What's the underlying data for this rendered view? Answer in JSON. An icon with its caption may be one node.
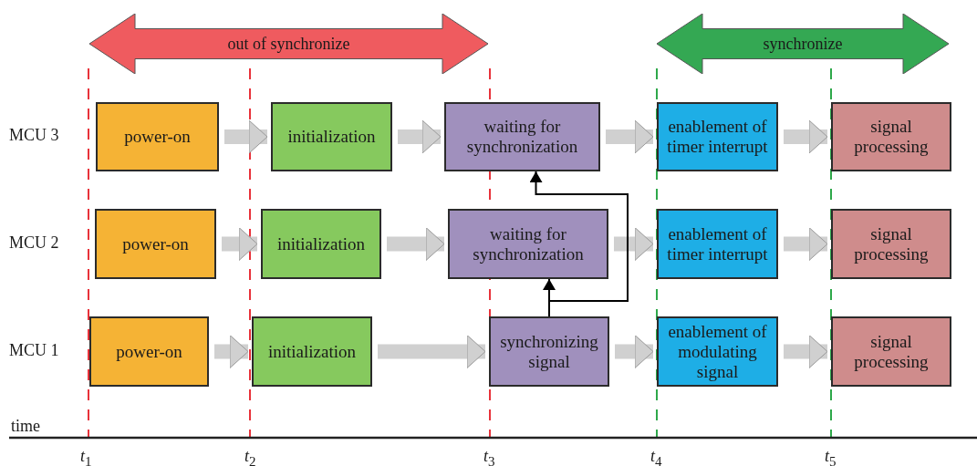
{
  "diagram": {
    "nodes": [
      {
        "text": [
          "out of synchronize"
        ]
      },
      {
        "text": [
          "synchronize"
        ]
      },
      {
        "text": [
          "power-on"
        ]
      },
      {
        "text": [
          "initialization"
        ]
      },
      {
        "text": [
          "waiting for synchronization"
        ]
      },
      {
        "text": [
          "enablement of timer interrupt"
        ]
      },
      {
        "text": [
          "signal processing"
        ]
      },
      {
        "text": [
          "power-on"
        ]
      },
      {
        "text": [
          "initialization"
        ]
      },
      {
        "text": [
          "waiting for synchronization"
        ]
      },
      {
        "text": [
          "enablement of timer interrupt"
        ]
      },
      {
        "text": [
          "signal processing"
        ]
      },
      {
        "text": [
          "power-on"
        ]
      },
      {
        "text": [
          "initialization"
        ]
      },
      {
        "text": [
          "synchronizing signal"
        ]
      },
      {
        "text": [
          "enablement of modulating signal"
        ]
      },
      {
        "text": [
          "signal processing"
        ]
      }
    ],
    "edges": [
      {
        "from": 2,
        "to": 3,
        "arrow": "to"
      },
      {
        "from": 3,
        "to": 4,
        "arrow": "to"
      },
      {
        "from": 4,
        "to": 5,
        "arrow": "to"
      },
      {
        "from": 5,
        "to": 6,
        "arrow": "to"
      },
      {
        "from": 7,
        "to": 8,
        "arrow": "to"
      },
      {
        "from": 8,
        "to": 9,
        "arrow": "to"
      },
      {
        "from": 9,
        "to": 10,
        "arrow": "to"
      },
      {
        "from": 10,
        "to": 11,
        "arrow": "to"
      },
      {
        "from": 12,
        "to": 13,
        "arrow": "to"
      },
      {
        "from": 13,
        "to": 14,
        "arrow": "to"
      },
      {
        "from": 14,
        "to": 15,
        "arrow": "to"
      },
      {
        "from": 15,
        "to": 16,
        "arrow": "to"
      },
      {
        "from": 14,
        "to": 9,
        "arrow": "to",
        "color": "#000000"
      },
      {
        "from": 14,
        "to": 4,
        "arrow": "to",
        "color": "#000000"
      }
    ],
    "labels": [
      "MCU 3",
      "MCU 2",
      "MCU 1",
      "time",
      "*t*$_{1}$",
      "*t*$_{2}$",
      "*t*$_{3}$",
      "*t*$_{4}$",
      "*t*$_{5}$"
    ]
  }
}
